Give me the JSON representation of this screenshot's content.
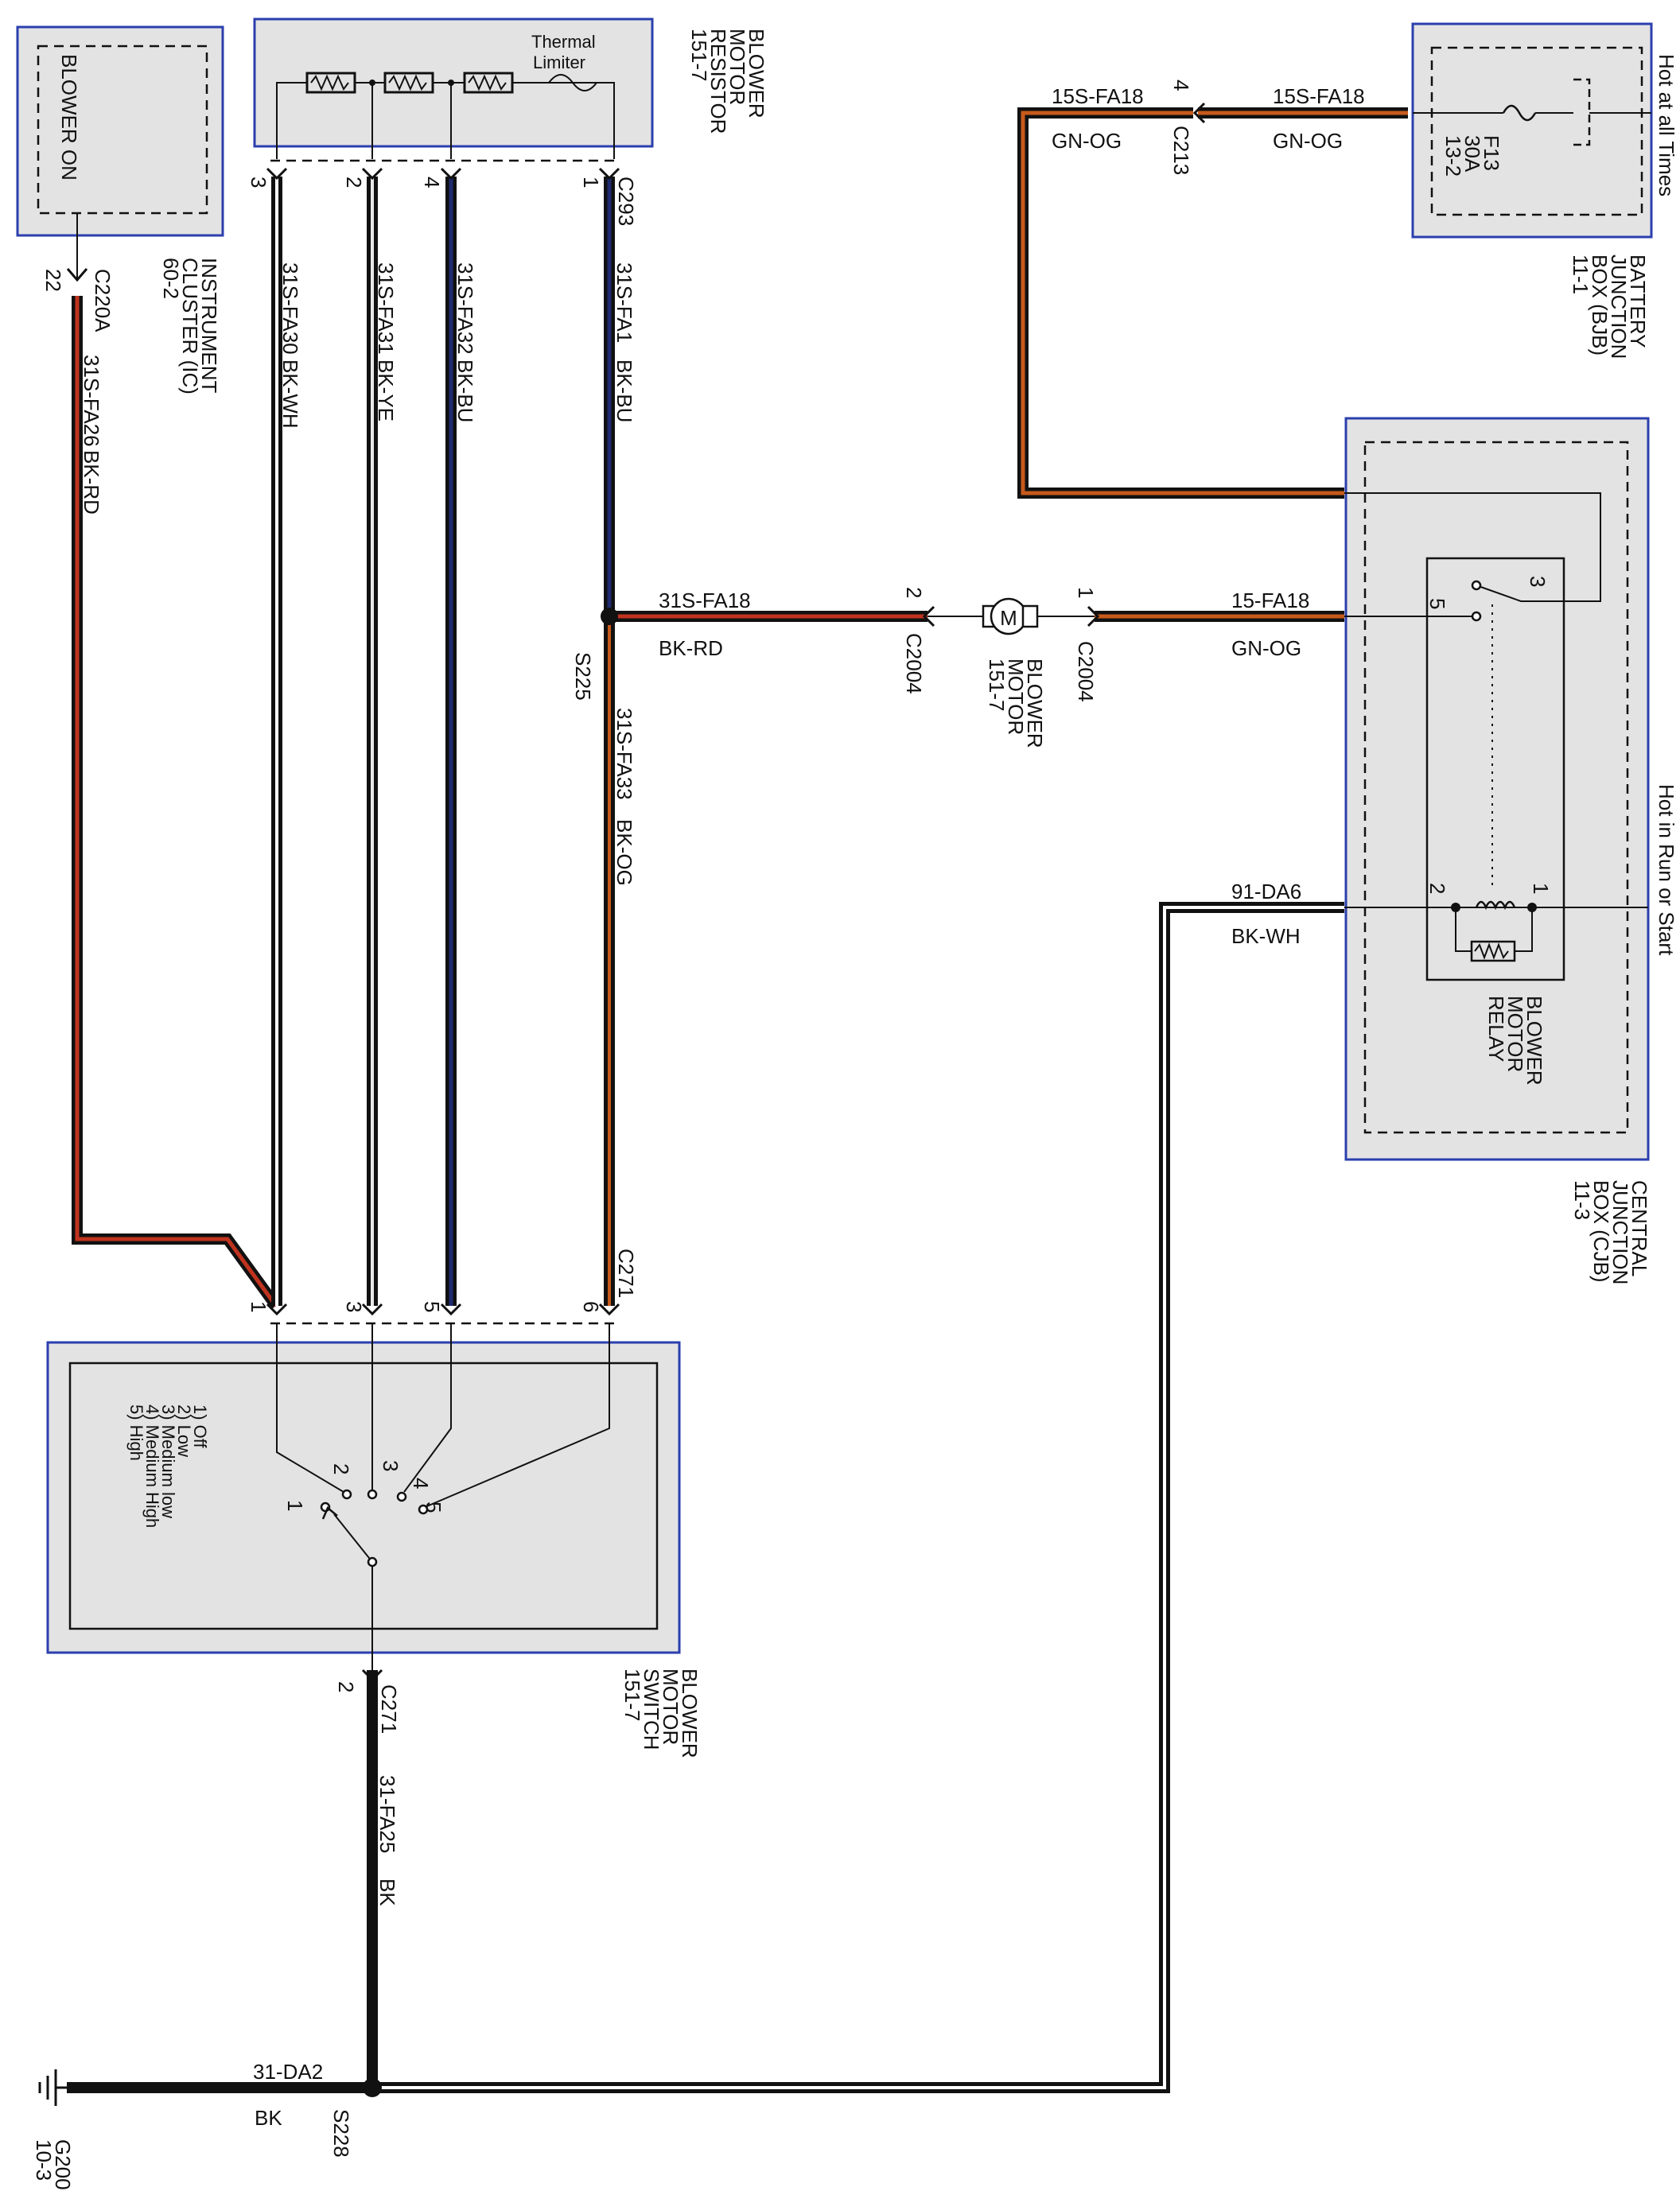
{
  "components": {
    "instrument_cluster": {
      "inner_label": "BLOWER ON",
      "name": [
        "INSTRUMENT",
        "CLUSTER (IC)",
        "60-2"
      ]
    },
    "blower_motor_resistor": {
      "thermal_label": [
        "Thermal",
        "Limiter"
      ],
      "name": [
        "BLOWER",
        "MOTOR",
        "RESISTOR",
        "151-7"
      ]
    },
    "battery_junction_box": {
      "fuse": [
        "F13",
        "30A",
        "13-2"
      ],
      "hot_label": "Hot at all Times",
      "name": [
        "BATTERY",
        "JUNCTION",
        "BOX (BJB)",
        "11-1"
      ]
    },
    "central_junction_box": {
      "hot_label": "Hot in Run or Start",
      "name": [
        "CENTRAL",
        "JUNCTION",
        "BOX (CJB)",
        "11-3"
      ]
    },
    "blower_motor_relay": {
      "name": [
        "BLOWER",
        "MOTOR",
        "RELAY"
      ]
    },
    "blower_motor": {
      "name": [
        "BLOWER",
        "MOTOR",
        "151-7"
      ]
    },
    "blower_motor_switch": {
      "positions": [
        "1) Off",
        "2) Low",
        "3) Medium low",
        "4) Medium High",
        "5) High"
      ],
      "name": [
        "BLOWER",
        "MOTOR",
        "SWITCH",
        "151-7"
      ]
    },
    "ground": {
      "name": [
        "G200",
        "10-3"
      ]
    }
  },
  "connectors": {
    "c220a": "C220A",
    "c293": "C293",
    "c271": "C271",
    "c213": "C213",
    "c2004_left": "C2004",
    "c2004_right": "C2004",
    "c271_bottom": "C271"
  },
  "splices": {
    "s225": "S225",
    "s228": "S228"
  },
  "pins": {
    "ic_22": "22",
    "res_3": "3",
    "res_2": "2",
    "res_4": "4",
    "res_1": "1",
    "sw_1": "1",
    "sw_3": "3",
    "sw_5": "5",
    "sw_6": "6",
    "sw_2": "2",
    "c213_4": "4",
    "motor_2": "2",
    "motor_1": "1",
    "relay_3": "3",
    "relay_5": "5",
    "relay_2": "2",
    "relay_1": "1",
    "contact_1": "1",
    "contact_2": "2",
    "contact_3": "3",
    "contact_4": "4",
    "contact_5": "5"
  },
  "wires": [
    {
      "circuit": "31S-FA26",
      "color": "BK-RD"
    },
    {
      "circuit": "31S-FA30",
      "color": "BK-WH"
    },
    {
      "circuit": "31S-FA31",
      "color": "BK-YE"
    },
    {
      "circuit": "31S-FA32",
      "color": "BK-BU"
    },
    {
      "circuit": "31S-FA1",
      "color": "BK-BU"
    },
    {
      "circuit": "31S-FA33",
      "color": "BK-OG"
    },
    {
      "circuit": "31S-FA18",
      "color": "BK-RD"
    },
    {
      "circuit": "15-FA18",
      "color": "GN-OG"
    },
    {
      "circuit": "15S-FA18",
      "color": "GN-OG"
    },
    {
      "circuit": "15S-FA18",
      "color": "GN-OG"
    },
    {
      "circuit": "91-DA6",
      "color": "BK-WH"
    },
    {
      "circuit": "31-FA25",
      "color": "BK"
    },
    {
      "circuit": "31-DA2",
      "color": "BK"
    }
  ],
  "colors": {
    "component_fill": "#e3e3e3",
    "component_border": "#2b3fae",
    "wire_black": "#111111",
    "wire_red": "#c0331e",
    "wire_blue": "#1f2c6e",
    "wire_orange": "#c75a1b",
    "wire_white": "#ffffff"
  }
}
